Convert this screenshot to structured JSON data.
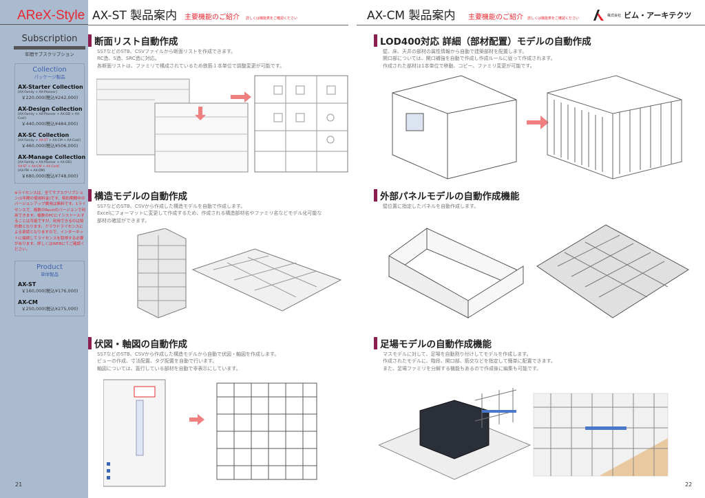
{
  "sidebar": {
    "logo": "AReX-Style",
    "subscription": "Subscription",
    "subscription_jp": "年間サブスクリプション",
    "collection": {
      "title": "Collection",
      "subtitle": "パッケージ製品",
      "items": [
        {
          "name": "AX-Starter Collection",
          "parts": [
            "[AX-Family + AX-Planner]"
          ],
          "price": "￥220,000(税込¥242,000)"
        },
        {
          "name": "AX-Design Collection",
          "parts": [
            "[AX-Family + AX-Planner + AX-DD + AX-Cost]"
          ],
          "price": "￥440,000(税込¥484,000)"
        },
        {
          "name": "AX-SC Collection",
          "parts_pre": "[AX-Family + ",
          "parts_red": "AX-ST",
          "parts_post": " + AX-CM + AX-Cost]",
          "price": "￥460,000(税込¥506,000)"
        },
        {
          "name": "AX-Manage Collection",
          "parts": [
            "[AX-Family + AX-Planner + AX-DD]",
            "AX-ST + AX-CM + AX-Cost]",
            "[AX-FM + AX-DM]"
          ],
          "price": "￥680,000(税込¥748,000)"
        }
      ]
    },
    "note": "※ライセンスは、全てサブスクリプション(1年間の使用料金)です。契約期間中のバージョンアップ費用は無料です。1ライセンスで、複数のRevitのバージョンで利用できます。複数のPCにインストールすることは可能ですが、利用できるのは契約数となります。クラウドライセンスによる承認となりますので、インターネットに接続してライセンスを取得する必要があります。詳しくはWEBにてご確認ください。",
    "product": {
      "title": "Product",
      "subtitle": "単体製品",
      "items": [
        {
          "name": "AX-ST",
          "price": "￥160,000(税込¥176,000)"
        },
        {
          "name": "AX-CM",
          "price": "￥250,000(税込¥275,000)"
        }
      ]
    }
  },
  "left_page": {
    "title": "AX-ST 製品案内",
    "subtitle": "主要機能のご紹介",
    "small": "詳しくは機能表をご確認ください",
    "page_number": "21",
    "sections": [
      {
        "title": "断面リスト自動作成",
        "desc": [
          "SS7などのSTB、CSVファイルから断面リストを作成できます。",
          "RC造、S造、SRC造に対応。",
          "各断面リストは、ファミリで構成されているため鉄筋１本単位で調整変更が可能です。"
        ]
      },
      {
        "title": "構造モデルの自動作成",
        "desc": [
          "SS7などのSTB、CSVから作成した構造モデルを自動で作成します。",
          "Excelにフォーマットに変更して作成するため、作成される構造部材名やファミリ名などモデル化可能な",
          "部材の確認ができます。"
        ]
      },
      {
        "title": "伏図・軸図の自動作成",
        "desc": [
          "SS7などのSTB、CSVから作成した構造モデルから自動で伏図・軸図を作成します。",
          "ビューの作成、寸法配置、タグ配置を自動で行います。",
          "軸図については、直行している部材を自動で非表示にしています。"
        ]
      }
    ]
  },
  "right_page": {
    "title": "AX-CM 製品案内",
    "subtitle": "主要機能のご紹介",
    "small": "詳しくは機能表をご確認ください",
    "page_number": "22",
    "brand": {
      "company_prefix": "株式会社",
      "company": "ビム・アーキテクツ"
    },
    "sections": [
      {
        "title": "LOD400対応 詳細（部材配置）モデルの自動作成",
        "desc": [
          "壁、床、天井の部材の属性情報から自動で建築部材を配置します。",
          "開口部については、開口補強を自動で作成し作成ルールに従って作成されます。",
          "作成された部材は1本単位で移動、コピー、ファミリ変更が可能です。"
        ]
      },
      {
        "title": "外部パネルモデルの自動作成機能",
        "desc": [
          "壁位置に指定したパネルを自動作成します。"
        ]
      },
      {
        "title": "足場モデルの自動作成機能",
        "desc": [
          "マスモデルに対して、足場を自動割り付けしてモデルを作成します。",
          "作成されたモデルに、階段、開口部、筋交などを指定して簡単に配置できます。",
          "また、足場ファミリを分解する機能もあるので作成後に編集も可能です。"
        ]
      }
    ]
  },
  "colors": {
    "accent": "#e8262f",
    "section_bar": "#8c1d4f",
    "sidebar": "#aabbd0"
  }
}
